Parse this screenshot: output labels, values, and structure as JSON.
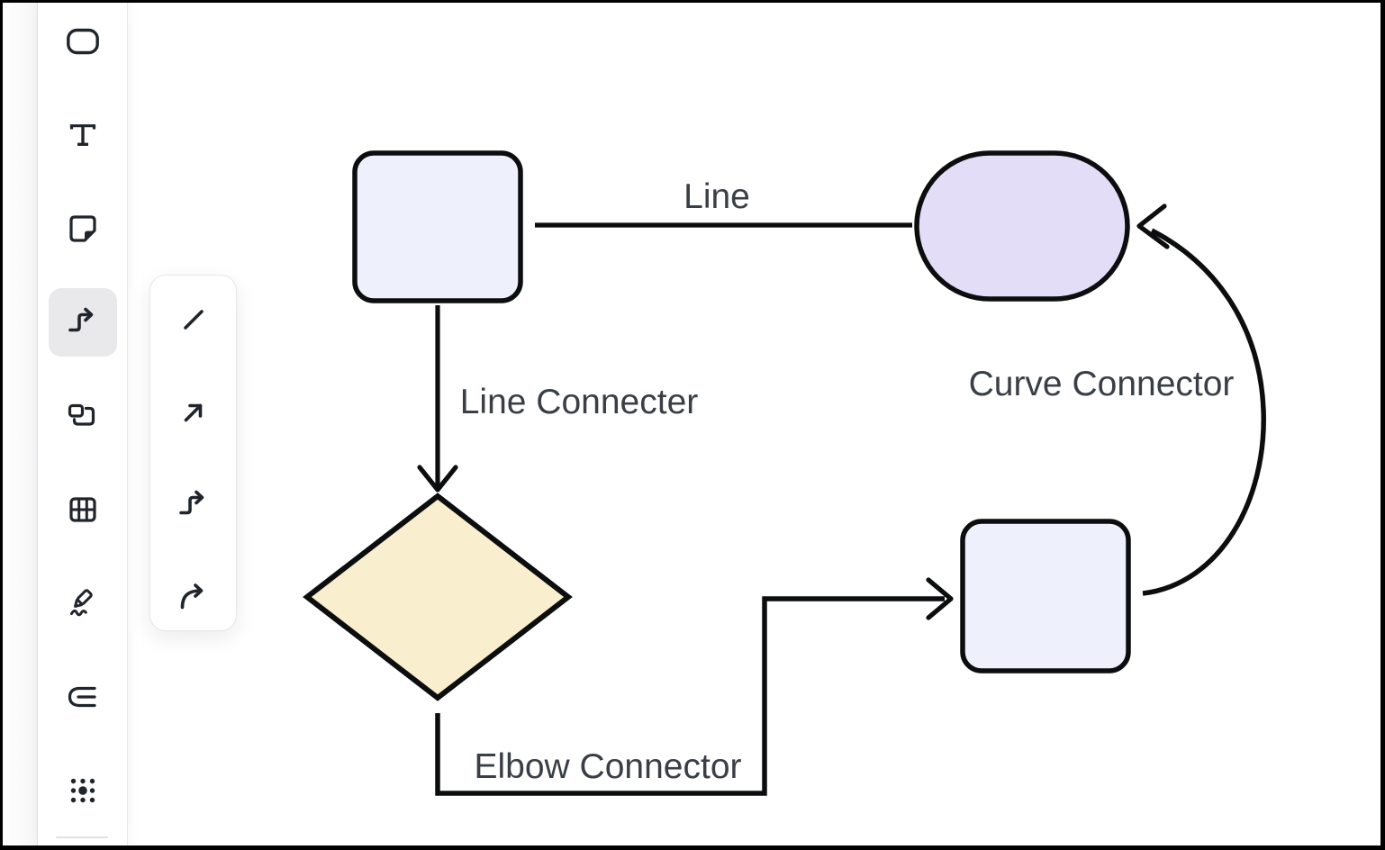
{
  "app": {
    "name": "whiteboard-diagram-editor"
  },
  "toolbar": {
    "selected_background": "#e9e9eb",
    "icon_color": "#20252c",
    "items": [
      {
        "id": "shape",
        "icon": "rounded-rectangle-icon",
        "selected": false
      },
      {
        "id": "text",
        "icon": "text-icon",
        "selected": false
      },
      {
        "id": "sticky-note",
        "icon": "sticky-note-icon",
        "selected": false
      },
      {
        "id": "connector",
        "icon": "elbow-connector-icon",
        "selected": true
      },
      {
        "id": "frame",
        "icon": "frame-icon",
        "selected": false
      },
      {
        "id": "table",
        "icon": "table-icon",
        "selected": false
      },
      {
        "id": "draw",
        "icon": "pen-icon",
        "selected": false
      },
      {
        "id": "mind-map",
        "icon": "mind-map-icon",
        "selected": false
      },
      {
        "id": "more-apps",
        "icon": "dots-grid-icon",
        "selected": false
      }
    ]
  },
  "connector_flyout": {
    "items": [
      {
        "id": "straight-line",
        "icon": "line-icon"
      },
      {
        "id": "straight-arrow",
        "icon": "arrow-icon"
      },
      {
        "id": "elbow-connector",
        "icon": "elbow-connector-icon"
      },
      {
        "id": "curve-connector",
        "icon": "curve-connector-icon"
      }
    ]
  },
  "canvas": {
    "stroke_color": "#0c0d0e",
    "label_color": "#3a3f47",
    "labels": {
      "line": "Line",
      "line_connector": "Line Connecter",
      "elbow_connector": "Elbow Connector",
      "curve_connector": "Curve Connector"
    },
    "shapes": [
      {
        "id": "rounded-square-top-left",
        "fill": "#eef1fb"
      },
      {
        "id": "pill-top-right",
        "fill": "#e3ddf8"
      },
      {
        "id": "diamond-center-left",
        "fill": "#f9efce"
      },
      {
        "id": "rounded-square-right",
        "fill": "#eef1fb"
      }
    ]
  }
}
